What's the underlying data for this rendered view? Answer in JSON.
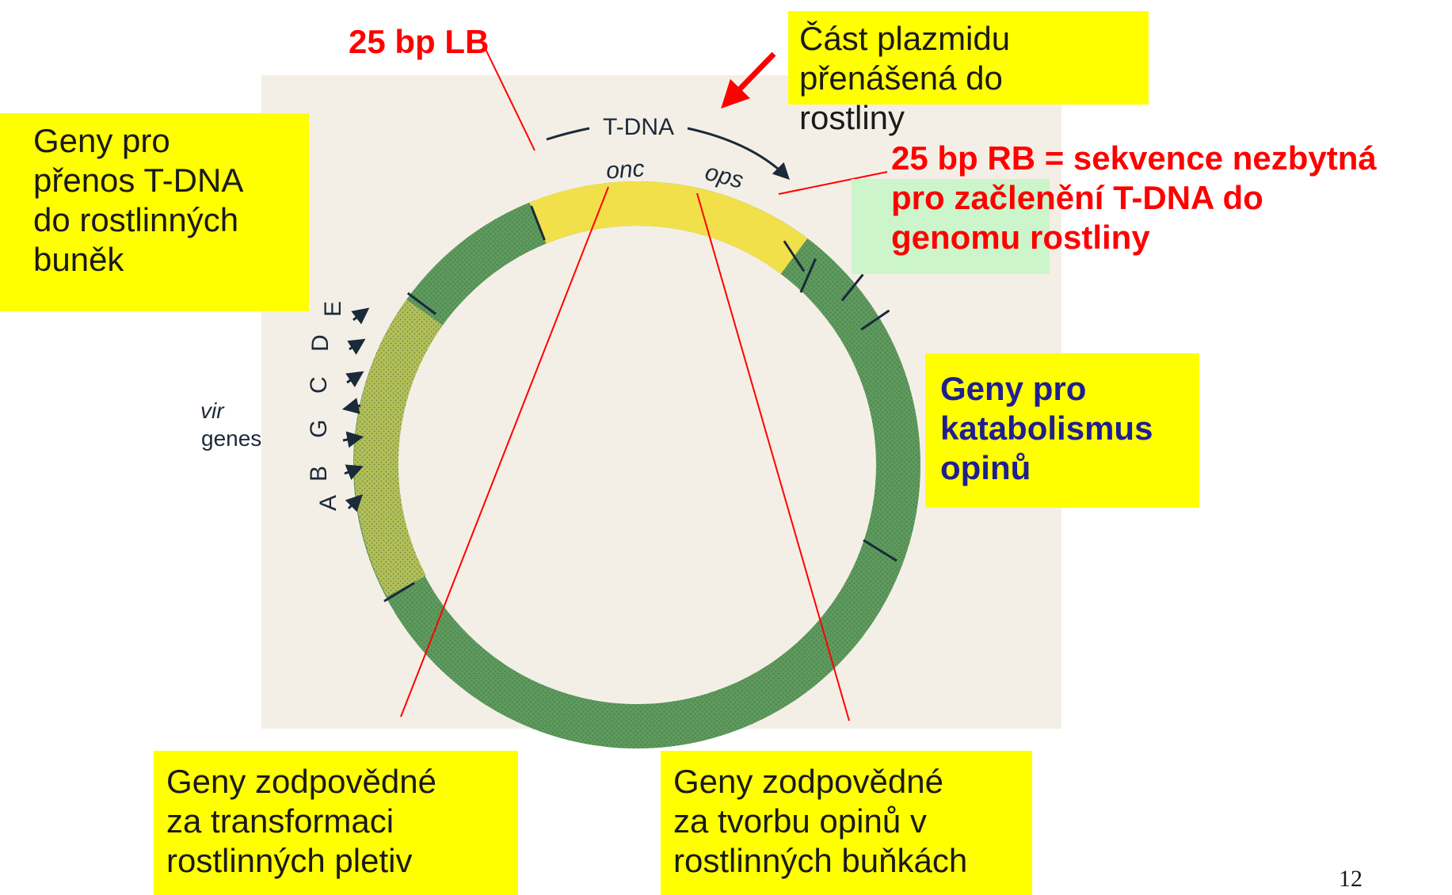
{
  "colors": {
    "plasmid_green": "#5e9a5e",
    "vir_region": "#b3bf58",
    "tdna_region": "#f2e04a",
    "label_red": "#ff0000",
    "box_yellow": "#ffff00",
    "navy_text": "#1f1f8f",
    "page_bg": "#ffffff",
    "photo_bg": "#f4efe6",
    "line_color": "#1a2a3a"
  },
  "labels": {
    "lb": "25 bp LB",
    "rb": [
      "25 bp RB = sekvence nezbytná",
      "pro začlenění T-DNA do",
      "genomu rostliny"
    ],
    "plasmid_part": [
      "Část plazmidu přenášená do",
      "rostliny"
    ],
    "transfer_genes": [
      "Geny pro",
      "přenos T-DNA",
      "do rostlinných",
      "buněk"
    ],
    "catabolism": [
      "Geny pro",
      "katabolismus",
      "opinů"
    ],
    "transform_genes": [
      "Geny zodpovědné",
      "za transformaci",
      "rostlinných pletiv"
    ],
    "opine_genes": [
      "Geny zodpovědné",
      "za tvorbu opinů v",
      "rostlinných buňkách"
    ]
  },
  "diagram": {
    "tdna": "T-DNA",
    "onc": "onc",
    "ops": "ops",
    "vir": "vir",
    "genes": "genes",
    "vir_letters": [
      "A",
      "B",
      "G",
      "C",
      "D",
      "E"
    ]
  },
  "page_number": "12"
}
